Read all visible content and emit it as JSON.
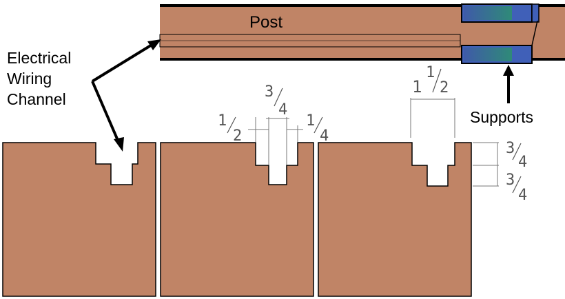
{
  "labels": {
    "post": "Post",
    "channel_line1": "Electrical",
    "channel_line2": "Wiring",
    "channel_line3": "Channel",
    "supports": "Supports"
  },
  "dimensions": {
    "left_notch_width": {
      "num": "1",
      "den": "2"
    },
    "slot_width": {
      "num": "3",
      "den": "4"
    },
    "right_notch_width": {
      "num": "1",
      "den": "4"
    },
    "overall_width": {
      "whole": "1",
      "num": "1",
      "den": "2"
    },
    "upper_depth": {
      "num": "3",
      "den": "4"
    },
    "lower_depth": {
      "num": "3",
      "den": "4"
    }
  },
  "colors": {
    "wood": "#c08466",
    "outline": "#000000",
    "support_blue": "#4060b8",
    "support_teal": "#2f8a80",
    "dim_text": "#555555"
  }
}
